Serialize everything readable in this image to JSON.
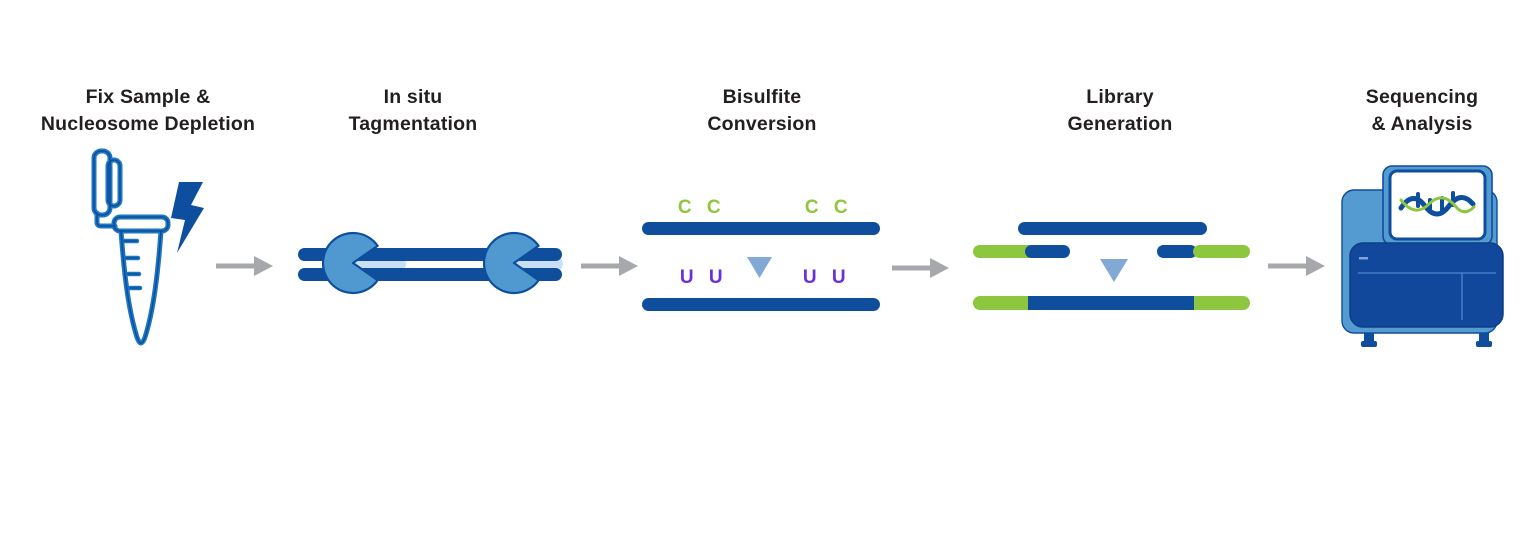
{
  "diagram_type": "workflow",
  "colors": {
    "navy": "#0e4e9d",
    "medium_blue": "#4f99d0",
    "pale_blue": "#c9e0f4",
    "triangle_blue": "#82a9d6",
    "green": "#8dc63f",
    "purple": "#6c2fd9",
    "arrow_gray": "#a6a8ab",
    "text": "#231f20",
    "background": "#ffffff"
  },
  "steps": [
    {
      "title": "Fix Sample &\nNucleosome Depletion",
      "icon": "microcentrifuge-tube-with-lightning"
    },
    {
      "title": "In situ\nTagmentation",
      "icon": "dna-with-transposase-enzymes"
    },
    {
      "title": "Bisulfite\nConversion",
      "icon": "dna-strands-c-to-u",
      "labels": {
        "top_left": "C C",
        "top_right": "C C",
        "bottom_left": "U U",
        "bottom_right": "U U"
      }
    },
    {
      "title": "Library\nGeneration",
      "icon": "adapter-tagged-dna-fragments"
    },
    {
      "title": "Sequencing\n& Analysis",
      "icon": "dna-sequencer"
    }
  ],
  "arrows": {
    "count": 4,
    "direction": "right"
  }
}
